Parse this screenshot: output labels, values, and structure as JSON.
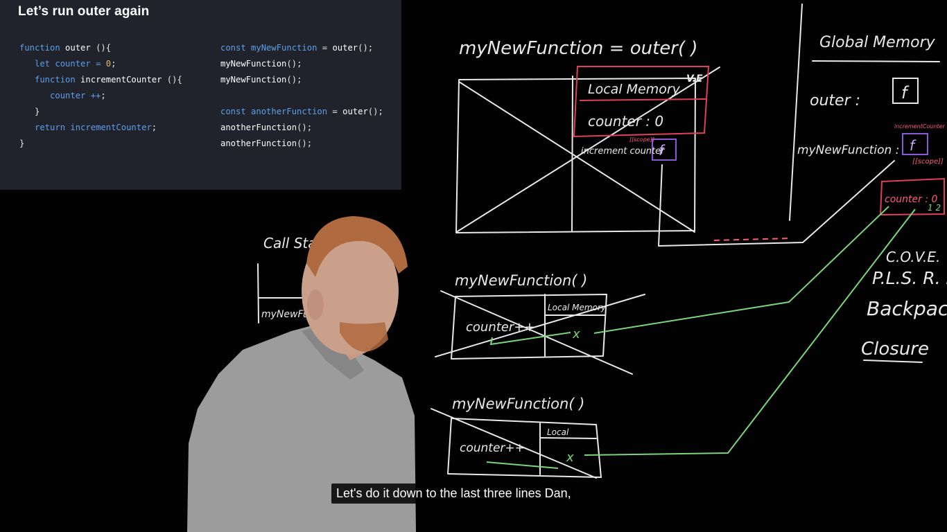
{
  "slide": {
    "title": "Let’s run outer again",
    "left_code": [
      [
        {
          "t": "function",
          "c": "kw"
        },
        {
          "t": " outer ",
          "c": "fn"
        },
        {
          "t": "(){",
          "c": "plain"
        }
      ],
      [
        {
          "t": "   let",
          "c": "kw"
        },
        {
          "t": " counter = ",
          "c": "kw"
        },
        {
          "t": "0",
          "c": "num"
        },
        {
          "t": ";",
          "c": "plain"
        }
      ],
      [
        {
          "t": "   function",
          "c": "kw"
        },
        {
          "t": " incrementCounter ",
          "c": "fn"
        },
        {
          "t": "(){",
          "c": "plain"
        }
      ],
      [
        {
          "t": "      counter ++",
          "c": "kw"
        },
        {
          "t": ";",
          "c": "plain"
        }
      ],
      [
        {
          "t": "   }",
          "c": "plain"
        }
      ],
      [
        {
          "t": "   return",
          "c": "kw"
        },
        {
          "t": " incrementCounter",
          "c": "kw"
        },
        {
          "t": ";",
          "c": "plain"
        }
      ],
      [
        {
          "t": "}",
          "c": "plain"
        }
      ]
    ],
    "right_code": [
      [
        {
          "t": "const",
          "c": "kw"
        },
        {
          "t": " myNewFunction",
          "c": "kw"
        },
        {
          "t": " = ",
          "c": "plain"
        },
        {
          "t": "outer",
          "c": "fn"
        },
        {
          "t": "();",
          "c": "plain"
        }
      ],
      [
        {
          "t": "myNewFunction",
          "c": "fn"
        },
        {
          "t": "();",
          "c": "plain"
        }
      ],
      [
        {
          "t": "myNewFunction",
          "c": "fn"
        },
        {
          "t": "();",
          "c": "plain"
        }
      ],
      [],
      [
        {
          "t": "const",
          "c": "kw"
        },
        {
          "t": " anotherFunction",
          "c": "kw"
        },
        {
          "t": " = ",
          "c": "plain"
        },
        {
          "t": "outer",
          "c": "fn"
        },
        {
          "t": "();",
          "c": "plain"
        }
      ],
      [
        {
          "t": "anotherFunction",
          "c": "fn"
        },
        {
          "t": "();",
          "c": "plain"
        }
      ],
      [
        {
          "t": "anotherFunction",
          "c": "fn"
        },
        {
          "t": "();",
          "c": "plain"
        }
      ]
    ]
  },
  "board": {
    "top_call": "myNewFunction  =  outer( )",
    "local_memory": "Local Memory",
    "ve": "V.E",
    "counter_zero": "counter : 0",
    "increment_counter": "increment counter",
    "scope_tag": "[[scope]]",
    "f_box": "f",
    "global_memory": "Global Memory",
    "outer_label": "outer :",
    "my_new_function_label": "myNewFunction :",
    "increment_counter_tag": "incrementCounter",
    "scope_tag2": "[[scope]]",
    "counter_backpack": "counter : 0",
    "counter_backpack2": "1 2",
    "call_stack": "Call Stack",
    "call_stack_item": "myNewFunction",
    "call1": "myNewFunction( )",
    "local_mem2": "Local Memory",
    "counter_inc1": "counter++",
    "call2": "myNewFunction( )",
    "local_mem3": "Local",
    "counter_inc2": "counter++",
    "x_mark": "x",
    "cove": "C.O.V.E.",
    "plsrd": "P.L.S. R. D",
    "backpack": "Backpack",
    "closure": "Closure"
  },
  "subtitle": "Let's do it down to the last three lines Dan,",
  "colors": {
    "panel_bg": "#20232b",
    "keyword_blue": "#5d9fe8",
    "number_orange": "#e8b86c",
    "chalk_white": "#e9e9e9",
    "marker_red": "#e0405a",
    "marker_purple": "#8a5bd6",
    "marker_green": "#7bd67b",
    "marker_pink": "#ff5a7a"
  }
}
